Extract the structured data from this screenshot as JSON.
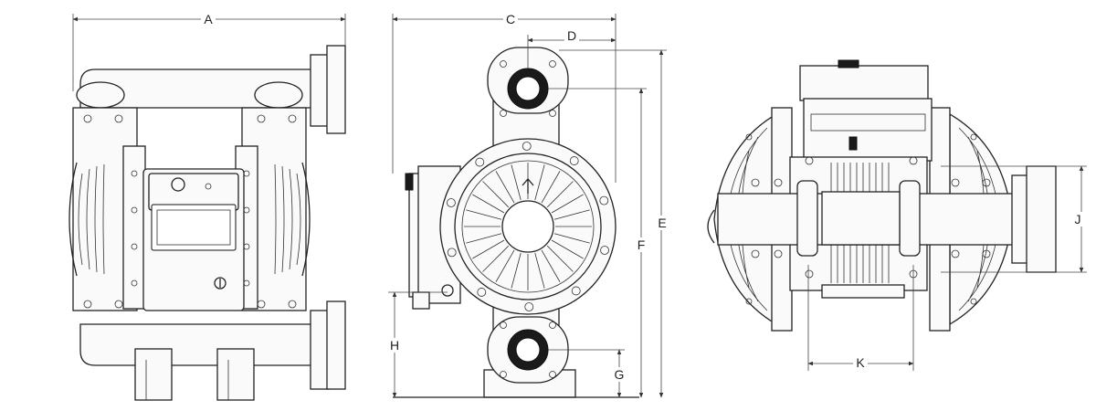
{
  "dimensions": {
    "a": "A",
    "b": "C",
    "d": "D",
    "e": "E",
    "f": "F",
    "g": "G",
    "h": "H",
    "j": "J",
    "k": "K"
  }
}
